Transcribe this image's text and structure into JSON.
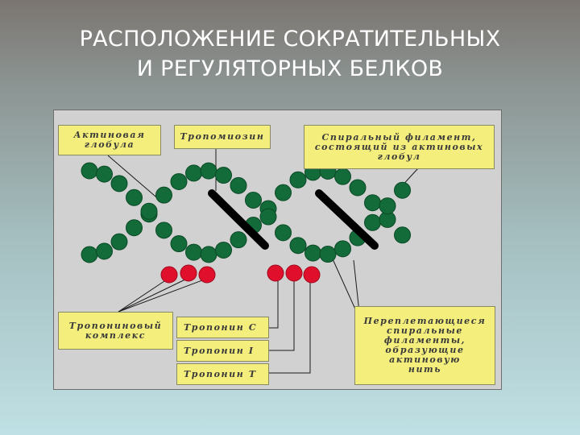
{
  "title": {
    "line1": "РАСПОЛОЖЕНИЕ СОКРАТИТЕЛЬНЫХ",
    "line2": "И РЕГУЛЯТОРНЫХ БЕЛКОВ"
  },
  "labels": {
    "actin_globule": "Актиновая\nглобула",
    "tropomyosin": "Тропомиозин",
    "spiral_filament": "Спиральный филамент,\nсостоящий из актиновых\nглобул",
    "troponin_complex": "Тропониновый\nкомплекс",
    "troponin_c": "Тропонин C",
    "troponin_i": "Тропонин I",
    "troponin_t": "Тропонин T",
    "intertwining_filaments": "Переплетающиеся\nспиральные\nфиламенты,\nобразующие\nактиновую\nнить"
  },
  "colors": {
    "actin": "#136b3a",
    "troponin": "#e0102c",
    "tropomyosin": "#000000",
    "label_fill": "#f4ee7c",
    "panel_fill": "#d1d1d1"
  }
}
